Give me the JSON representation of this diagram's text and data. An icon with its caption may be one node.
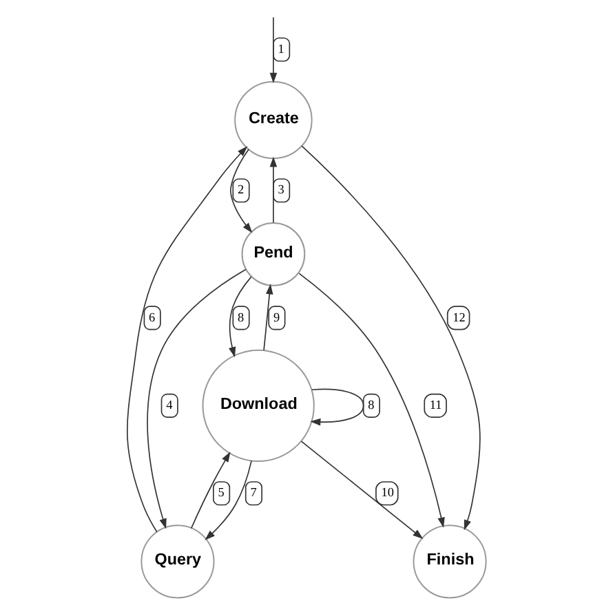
{
  "diagram": {
    "nodes": [
      {
        "text": [
          "Create"
        ]
      },
      {
        "text": [
          "Query"
        ]
      },
      {
        "text": [
          "Pend"
        ]
      },
      {
        "text": [
          "Finish"
        ]
      },
      {
        "text": [
          "Download"
        ]
      }
    ],
    "edges": [
      {
        "from": null,
        "to": 0,
        "arrow": "to",
        "label": "1"
      },
      {
        "from": 0,
        "to": 2,
        "arrow": "to",
        "label": "2"
      },
      {
        "from": 2,
        "to": 0,
        "arrow": "to",
        "label": "3"
      },
      {
        "from": 2,
        "to": 1,
        "arrow": "to",
        "label": "4"
      },
      {
        "from": 1,
        "to": 4,
        "arrow": "to",
        "label": "5"
      },
      {
        "from": 1,
        "to": 0,
        "arrow": "to",
        "label": "6"
      },
      {
        "from": 4,
        "to": 1,
        "arrow": "to",
        "label": "7"
      },
      {
        "from": 2,
        "to": 4,
        "arrow": "to",
        "label": "8"
      },
      {
        "from": 4,
        "to": 2,
        "arrow": "to",
        "label": "9"
      },
      {
        "from": 4,
        "to": 3,
        "arrow": "to",
        "label": "10"
      },
      {
        "from": 2,
        "to": 3,
        "arrow": "to",
        "label": "11"
      },
      {
        "from": 0,
        "to": 3,
        "arrow": "to",
        "label": "12"
      },
      {
        "from": 4,
        "to": 4,
        "arrow": "to",
        "label": "8"
      }
    ]
  }
}
